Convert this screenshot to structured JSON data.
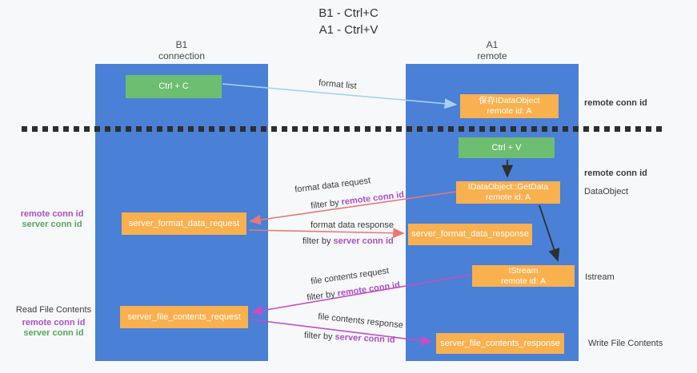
{
  "title": {
    "line1": "B1 - Ctrl+C",
    "line2": "A1 - Ctrl+V"
  },
  "columns": {
    "left": {
      "name": "B1",
      "role": "connection"
    },
    "right": {
      "name": "A1",
      "role": "remote"
    }
  },
  "boxes": {
    "ctrl_c": "Ctrl + C",
    "ctrl_v": "Ctrl + V",
    "save_dataobject": {
      "line1": "保存IDataObject",
      "line2": "remote id: A"
    },
    "getdata": {
      "line1": "IDataObject::GetData",
      "line2": "remote id: A"
    },
    "istream": {
      "line1": "IStream",
      "line2": "remote id: A"
    },
    "format_request": "server_format_data_request",
    "format_response": "server_format_data_response",
    "file_request": "server_file_contents_request",
    "file_response": "server_file_contents_response"
  },
  "arrow_labels": {
    "format_list": "format list",
    "format_data_request": "format data request",
    "format_data_response": "format data response",
    "file_contents_request": "file contents request",
    "file_contents_response": "file contents response",
    "filter_by": "filter by"
  },
  "terms": {
    "remote_conn_id": "remote conn id",
    "server_conn_id": "server conn id"
  },
  "side_labels": {
    "remote_conn_id_top": "remote conn id",
    "remote_conn_id_mid": "remote conn id",
    "dataobject": "DataObject",
    "istream": "Istream",
    "read_file_contents": "Read File Contents",
    "write_file_contents": "Write File Contents"
  },
  "colors": {
    "lane_blue": "#4a80d6",
    "box_green": "#6dbe70",
    "box_orange": "#f9b04e",
    "arrow_lightblue": "#a5d2f2",
    "arrow_red": "#e87878",
    "arrow_magenta": "#c44fc4",
    "arrow_black": "#2f2f2f",
    "text_purple": "#a94fc4",
    "text_green": "#55a85a",
    "background": "#f7f8fa"
  }
}
